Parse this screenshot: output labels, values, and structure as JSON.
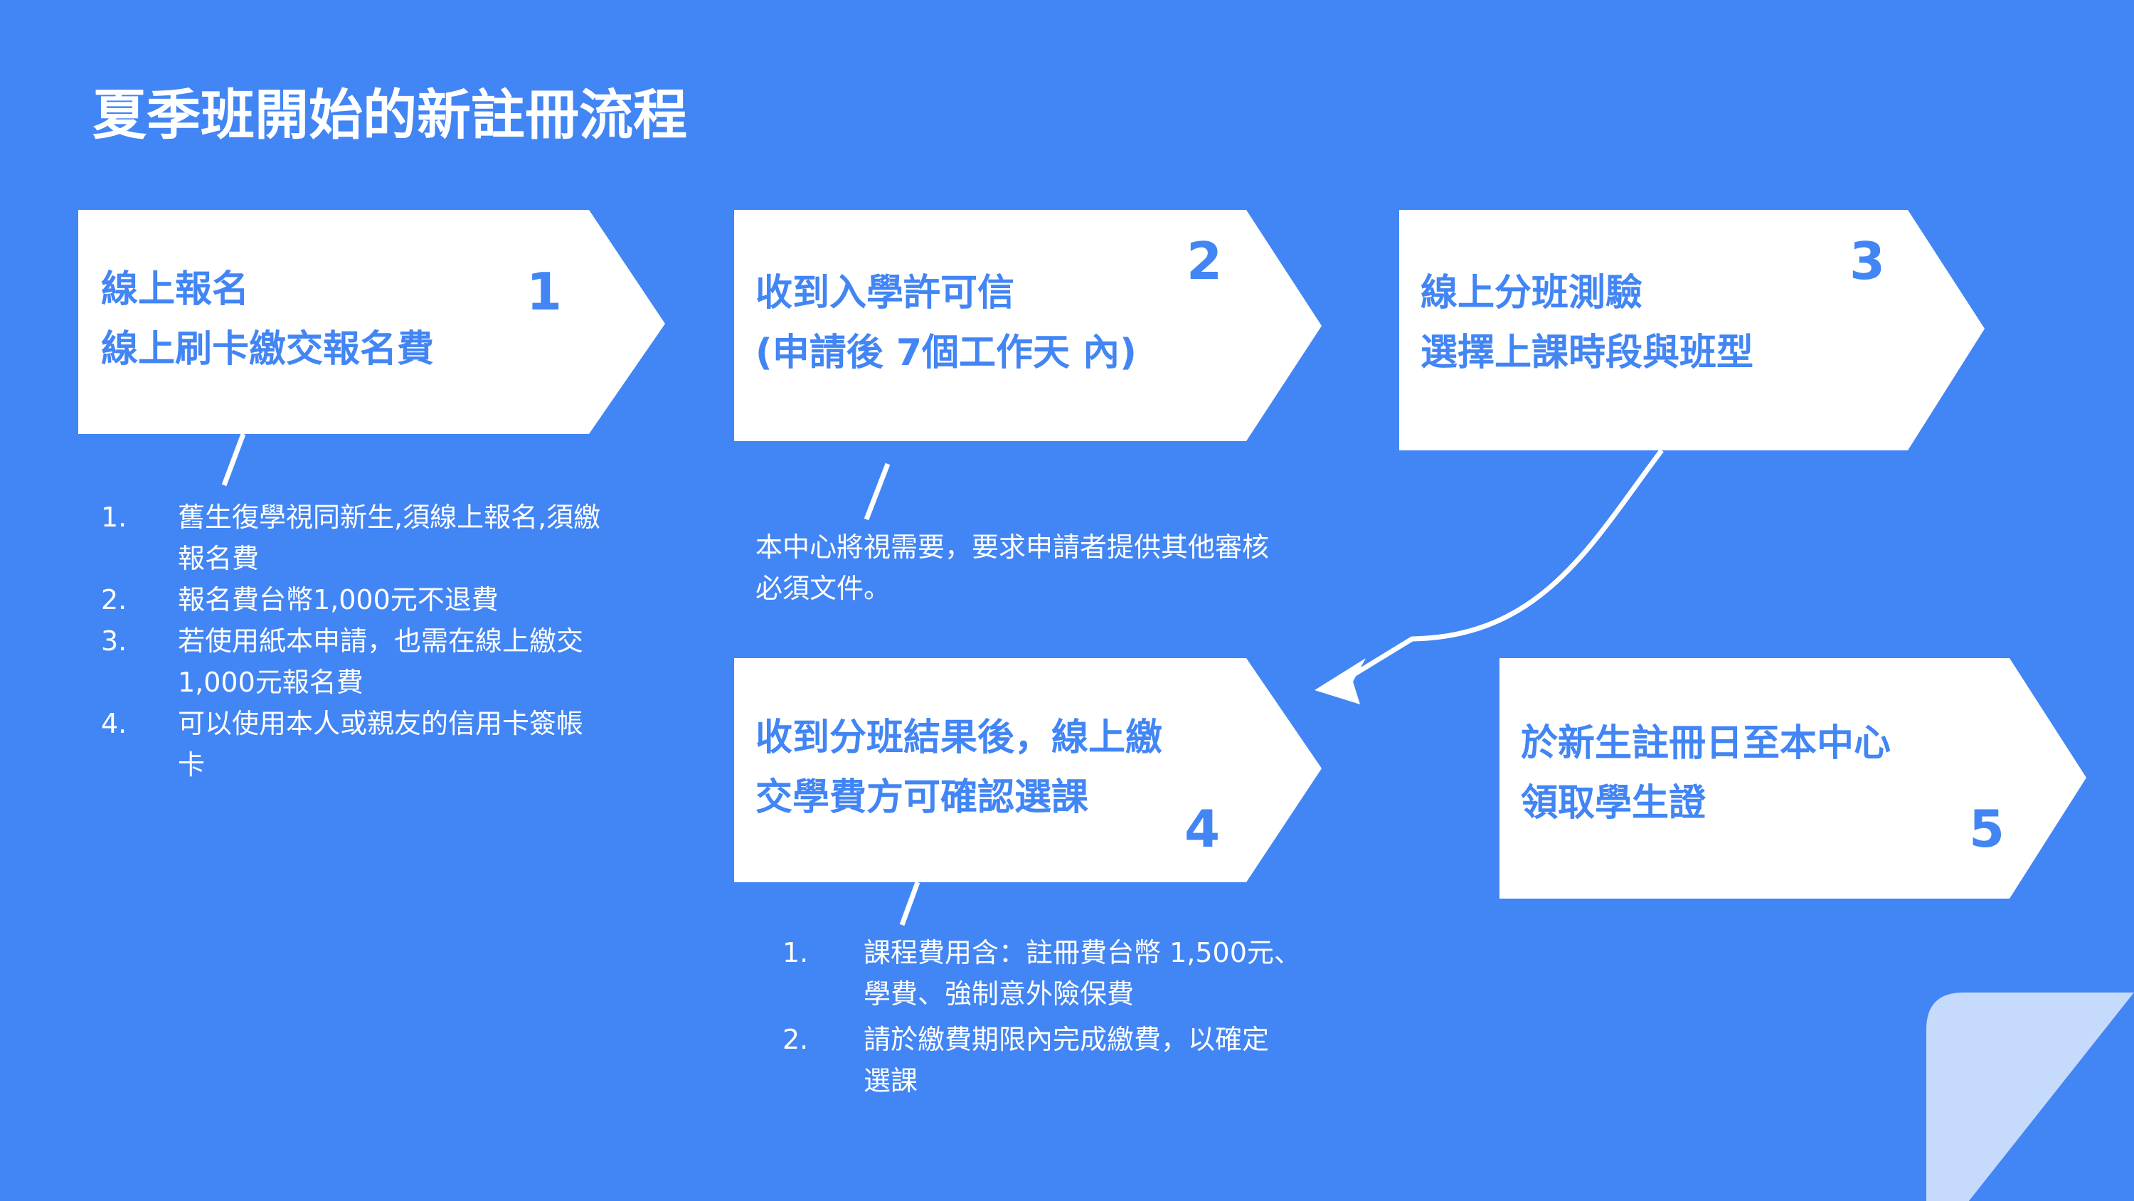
{
  "title": "夏季班開始的新註冊流程",
  "steps": [
    {
      "number": "1",
      "lines": [
        "線上報名",
        "線上刷卡繳交報名費"
      ]
    },
    {
      "number": "2",
      "lines": [
        "收到入學許可信",
        "(申請後 7個工作天 內)"
      ]
    },
    {
      "number": "3",
      "lines": [
        "線上分班測驗",
        "選擇上課時段與班型"
      ]
    },
    {
      "number": "4",
      "lines": [
        "收到分班結果後，線上繳",
        "交學費方可確認選課"
      ]
    },
    {
      "number": "5",
      "lines": [
        "於新生註冊日至本中心",
        "領取學生證"
      ]
    }
  ],
  "notes": {
    "step1": [
      {
        "marker": "1.",
        "lines": [
          "舊生復學視同新生,須線上報名,須繳",
          "報名費"
        ]
      },
      {
        "marker": "2.",
        "lines": [
          "報名費台幣1,000元不退費"
        ]
      },
      {
        "marker": "3.",
        "lines": [
          "若使用紙本申請，也需在線上繳交",
          "1,000元報名費"
        ]
      },
      {
        "marker": "4.",
        "lines": [
          "可以使用本人或親友的信用卡簽帳",
          "卡"
        ]
      }
    ],
    "step2": [
      "本中心將視需要，要求申請者提供其他審核",
      "必須文件。"
    ],
    "step4": [
      {
        "marker": "1.",
        "lines": [
          "課程費用含：註冊費台幣 1,500元、",
          "學費、強制意外險保費"
        ]
      },
      {
        "marker": "2.",
        "lines": [
          "請於繳費期限內完成繳費，以確定",
          "選課"
        ]
      }
    ]
  },
  "colors": {
    "background": "#4285f4",
    "box": "#ffffff",
    "text": "#4285f4",
    "corner": "#c6dafc"
  }
}
